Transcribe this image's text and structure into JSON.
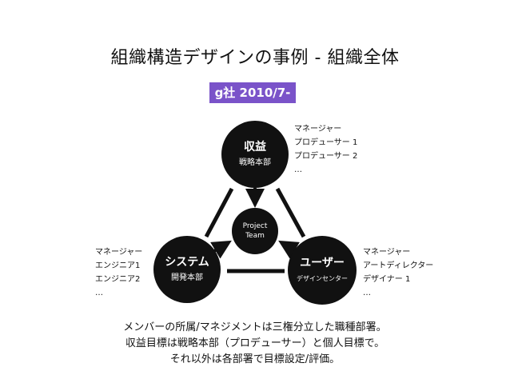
{
  "slide": {
    "title": "組織構造デザインの事例 - 組織全体",
    "badge": "g社 2010/7-",
    "badge_color": "#7a53c9"
  },
  "nodes": {
    "revenue": {
      "title": "収益",
      "subtitle": "戦略本部",
      "roles": [
        "マネージャー",
        "プロデューサー 1",
        "プロデューサー 2",
        "…"
      ]
    },
    "system": {
      "title": "システム",
      "subtitle": "開発本部",
      "roles": [
        "マネージャー",
        "エンジニア1",
        "エンジニア2",
        "…"
      ]
    },
    "user": {
      "title": "ユーザー",
      "subtitle": "デザインセンター",
      "roles": [
        "マネージャー",
        "アートディレクター",
        "デザイナー 1",
        "…"
      ]
    },
    "project": {
      "line1": "Project",
      "line2": "Team"
    }
  },
  "caption": [
    "メンバーの所属/マネジメントは三権分立した職種部署。",
    "収益目標は戦略本部（プロデューサー）と個人目標で。",
    "それ以外は各部署で目標設定/評価。"
  ]
}
